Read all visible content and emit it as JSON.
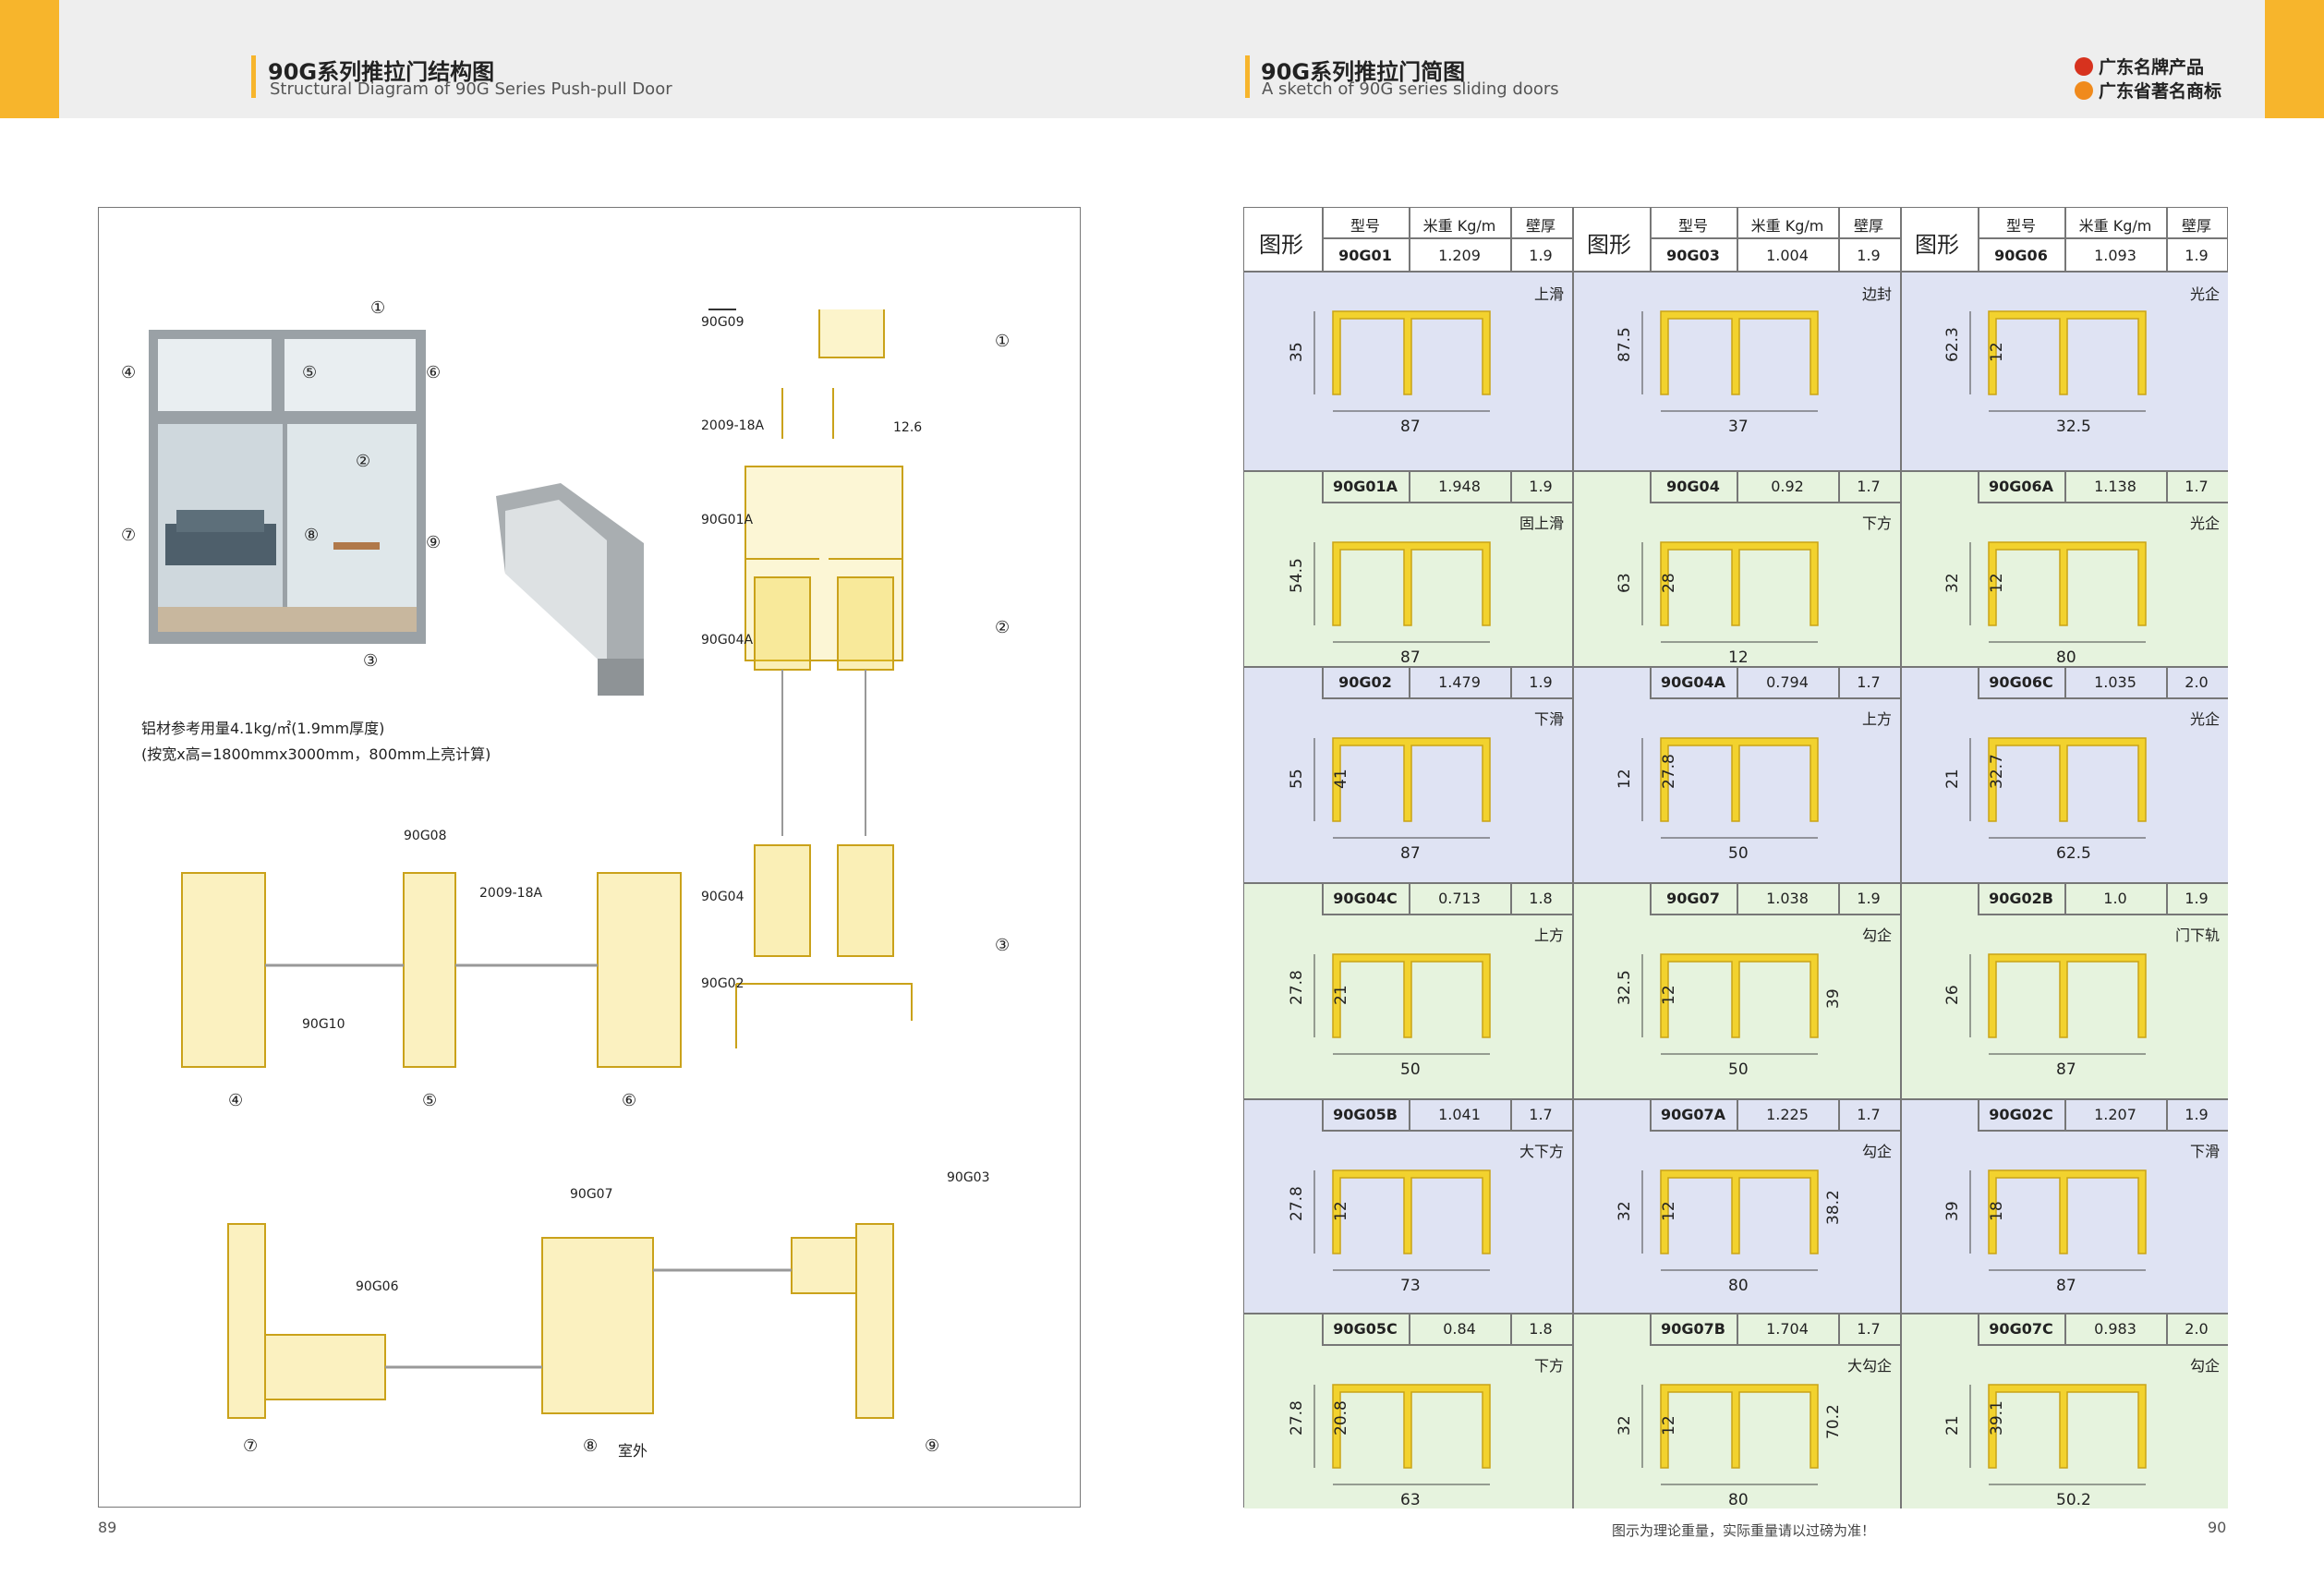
{
  "header": {
    "left_title": "90G系列推拉门结构图",
    "left_subtitle": "Structural Diagram of 90G Series Push-pull Door",
    "right_title": "90G系列推拉门简图",
    "right_subtitle": "A sketch of 90G series sliding doors",
    "brand1": "广东名牌产品",
    "brand2": "广东省著名商标"
  },
  "left_page": {
    "circled_numbers": [
      "①",
      "②",
      "③",
      "④",
      "⑤",
      "⑥",
      "⑦",
      "⑧",
      "⑨"
    ],
    "labels": {
      "g09": "90G09",
      "a2009": "2009-18A",
      "g01a": "90G01A",
      "g04a": "90G04A",
      "g04": "90G04",
      "g02": "90G02",
      "dim126": "12.6",
      "g08": "90G08",
      "a2009b": "2009-18A",
      "g10": "90G10",
      "g07": "90G07",
      "g03": "90G03",
      "g06": "90G06",
      "outside": "室外"
    },
    "note_line1": "铝材参考用量4.1kg/㎡(1.9mm厚度)",
    "note_line2": "(按宽x高=1800mmx3000mm，800mm上亮计算)",
    "page_number": "89"
  },
  "table": {
    "header": {
      "shape": "图形",
      "model": "型号",
      "weight": "米重 Kg/m",
      "wall": "壁厚"
    },
    "columns": [
      {
        "rows": [
          {
            "model": "90G01",
            "weight": "1.209",
            "wall": "1.9",
            "name": "上滑"
          },
          {
            "model": "90G01A",
            "weight": "1.948",
            "wall": "1.9",
            "name": "固上滑"
          },
          {
            "model": "90G02",
            "weight": "1.479",
            "wall": "1.9",
            "name": "下滑"
          },
          {
            "model": "90G04C",
            "weight": "0.713",
            "wall": "1.8",
            "name": "上方"
          },
          {
            "model": "90G05B",
            "weight": "1.041",
            "wall": "1.7",
            "name": "大下方"
          },
          {
            "model": "90G05C",
            "weight": "0.84",
            "wall": "1.8",
            "name": "下方"
          }
        ]
      },
      {
        "rows": [
          {
            "model": "90G03",
            "weight": "1.004",
            "wall": "1.9",
            "name": "边封"
          },
          {
            "model": "90G04",
            "weight": "0.92",
            "wall": "1.7",
            "name": "下方"
          },
          {
            "model": "90G04A",
            "weight": "0.794",
            "wall": "1.7",
            "name": "上方"
          },
          {
            "model": "90G07",
            "weight": "1.038",
            "wall": "1.9",
            "name": "勾企"
          },
          {
            "model": "90G07A",
            "weight": "1.225",
            "wall": "1.7",
            "name": "勾企"
          },
          {
            "model": "90G07B",
            "weight": "1.704",
            "wall": "1.7",
            "name": "大勾企"
          }
        ]
      },
      {
        "rows": [
          {
            "model": "90G06",
            "weight": "1.093",
            "wall": "1.9",
            "name": "光企"
          },
          {
            "model": "90G06A",
            "weight": "1.138",
            "wall": "1.7",
            "name": "光企"
          },
          {
            "model": "90G06C",
            "weight": "1.035",
            "wall": "2.0",
            "name": "光企"
          },
          {
            "model": "90G02B",
            "weight": "1.0",
            "wall": "1.9",
            "name": "门下轨"
          },
          {
            "model": "90G02C",
            "weight": "1.207",
            "wall": "1.9",
            "name": "下滑"
          },
          {
            "model": "90G07C",
            "weight": "0.983",
            "wall": "2.0",
            "name": "勾企"
          }
        ]
      }
    ],
    "dims": [
      [
        [
          "35",
          "87"
        ],
        [
          "54.5",
          "87"
        ],
        [
          "55",
          "41",
          "87"
        ],
        [
          "27.8",
          "21",
          "50"
        ],
        [
          "27.8",
          "12",
          "73"
        ],
        [
          "27.8",
          "20.8",
          "63"
        ]
      ],
      [
        [
          "87.5",
          "37"
        ],
        [
          "63",
          "28",
          "12"
        ],
        [
          "12",
          "27.8",
          "50"
        ],
        [
          "32.5",
          "12",
          "39",
          "50"
        ],
        [
          "32",
          "12",
          "38.2",
          "80"
        ],
        [
          "32",
          "12",
          "70.2",
          "80"
        ]
      ],
      [
        [
          "62.3",
          "12",
          "32.5"
        ],
        [
          "32",
          "12",
          "80"
        ],
        [
          "21",
          "32.7",
          "62.5"
        ],
        [
          "26",
          "87"
        ],
        [
          "39",
          "18",
          "87"
        ],
        [
          "21",
          "39.1",
          "50.2"
        ]
      ]
    ]
  },
  "footer_note": "图示为理论重量，实际重量请以过磅为准！",
  "right_page_number": "90",
  "colors": {
    "accent": "#f7b52c",
    "profile": "#f2d22e",
    "blue_cell": "#dfe3f3",
    "green_cell": "#e6f3de"
  }
}
